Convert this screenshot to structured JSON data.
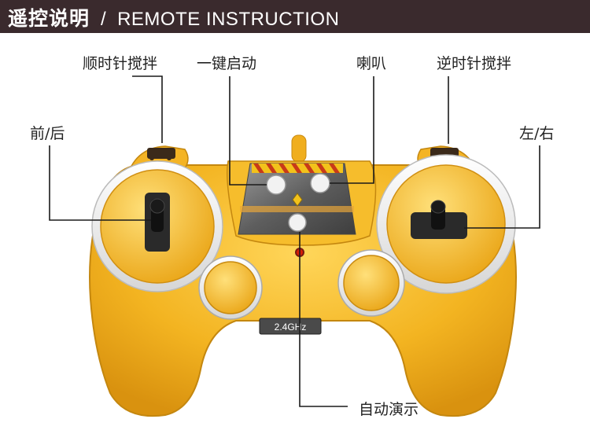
{
  "header": {
    "title_cn": "遥控说明",
    "separator": "/",
    "title_en": "REMOTE INSTRUCTION",
    "background": "#3a2a2d"
  },
  "labels": {
    "clockwise_mix": "顺时针搅拌",
    "one_key_start": "一键启动",
    "horn": "喇叭",
    "counter_clockwise_mix": "逆时针搅拌",
    "forward_back": "前/后",
    "left_right": "左/右",
    "auto_demo": "自动演示"
  },
  "controller": {
    "frequency": "2.4GHz",
    "body_color": "#f2b322",
    "indicator_color": "#d81e06"
  }
}
